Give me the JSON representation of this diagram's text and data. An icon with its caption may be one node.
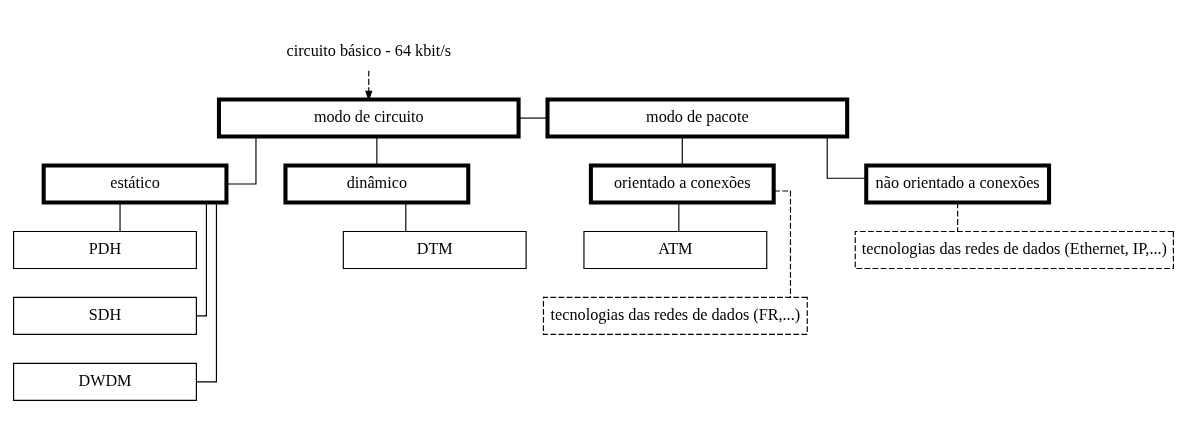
{
  "diagram": {
    "nodes": [
      {
        "text": [
          "circuito básico - 64 kbit/s"
        ]
      },
      {
        "text": [
          "modo de circuito"
        ]
      },
      {
        "text": [
          "modo de pacote"
        ]
      },
      {
        "text": [
          "estático"
        ]
      },
      {
        "text": [
          "dinâmico"
        ]
      },
      {
        "text": [
          "orientado a conexões"
        ]
      },
      {
        "text": [
          "não orientado a conexões"
        ]
      },
      {
        "text": [
          "PDH"
        ]
      },
      {
        "text": [
          "SDH"
        ]
      },
      {
        "text": [
          "DWDM"
        ]
      },
      {
        "text": [
          "DTM"
        ]
      },
      {
        "text": [
          "ATM"
        ]
      },
      {
        "text": [
          "tecnologias das redes de dados (FR,...)"
        ]
      },
      {
        "text": [
          "tecnologias das redes de dados (Ethernet, IP,...)"
        ]
      }
    ],
    "edges": [
      {
        "from": 0,
        "to": 1,
        "arrow": "to",
        "style": "dashed"
      },
      {
        "from": 1,
        "to": 2,
        "arrow": "none"
      },
      {
        "from": 1,
        "to": 3,
        "arrow": "none"
      },
      {
        "from": 1,
        "to": 4,
        "arrow": "none"
      },
      {
        "from": 2,
        "to": 5,
        "arrow": "none"
      },
      {
        "from": 2,
        "to": 6,
        "arrow": "none"
      },
      {
        "from": 3,
        "to": 7,
        "arrow": "none"
      },
      {
        "from": 3,
        "to": 8,
        "arrow": "none"
      },
      {
        "from": 3,
        "to": 9,
        "arrow": "none"
      },
      {
        "from": 4,
        "to": 10,
        "arrow": "none"
      },
      {
        "from": 5,
        "to": 11,
        "arrow": "none"
      },
      {
        "from": 5,
        "to": 12,
        "arrow": "none",
        "style": "dashed"
      },
      {
        "from": 6,
        "to": 13,
        "arrow": "none",
        "style": "dashed"
      }
    ]
  }
}
